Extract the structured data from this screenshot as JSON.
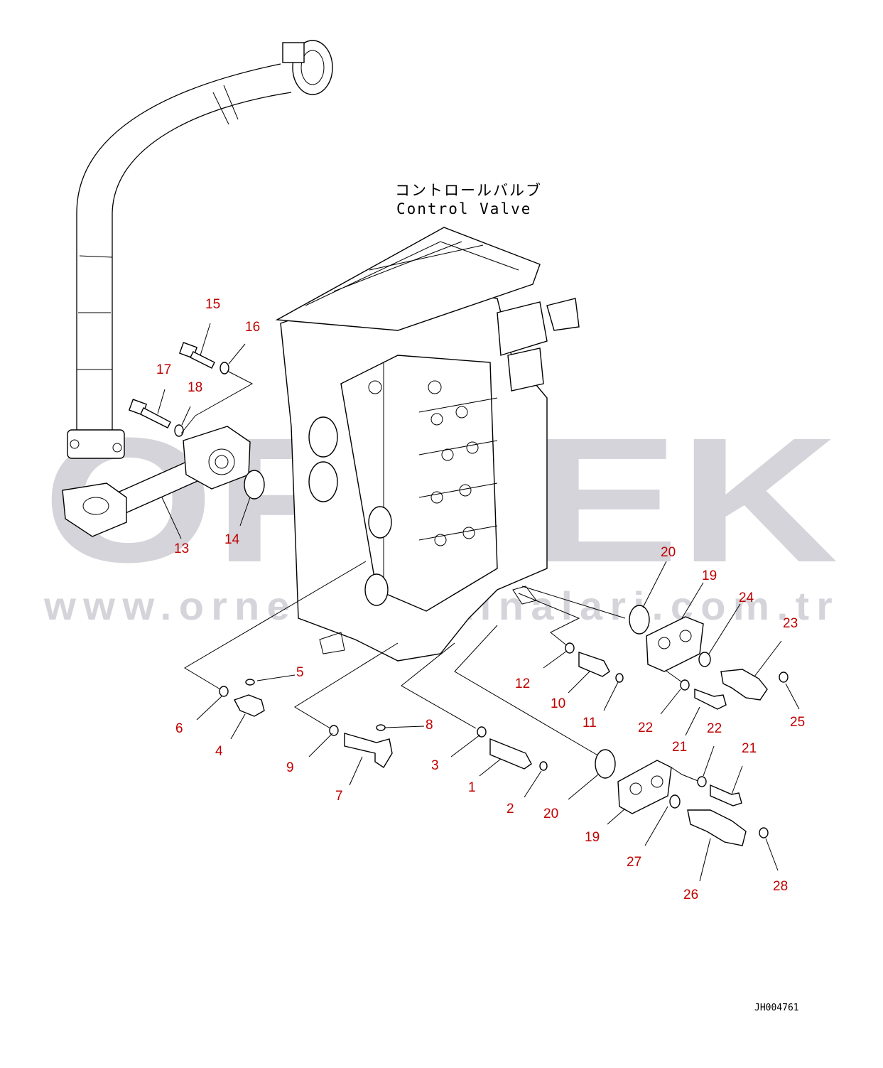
{
  "diagram": {
    "title_jp": "コントロールバルブ",
    "title_en": "Control Valve",
    "drawing_code": "JH004761",
    "watermark": {
      "brand": "ORNEK",
      "url": "www.ornekismakinalari.com.tr"
    },
    "colors": {
      "callout": "#c00000",
      "line": "#000000",
      "watermark": "#d4d4da"
    },
    "callouts": [
      "1",
      "2",
      "3",
      "4",
      "5",
      "6",
      "7",
      "8",
      "9",
      "10",
      "11",
      "12",
      "13",
      "14",
      "15",
      "16",
      "17",
      "18",
      "19",
      "19",
      "20",
      "20",
      "21",
      "21",
      "22",
      "22",
      "23",
      "24",
      "25",
      "26",
      "27",
      "28"
    ]
  }
}
